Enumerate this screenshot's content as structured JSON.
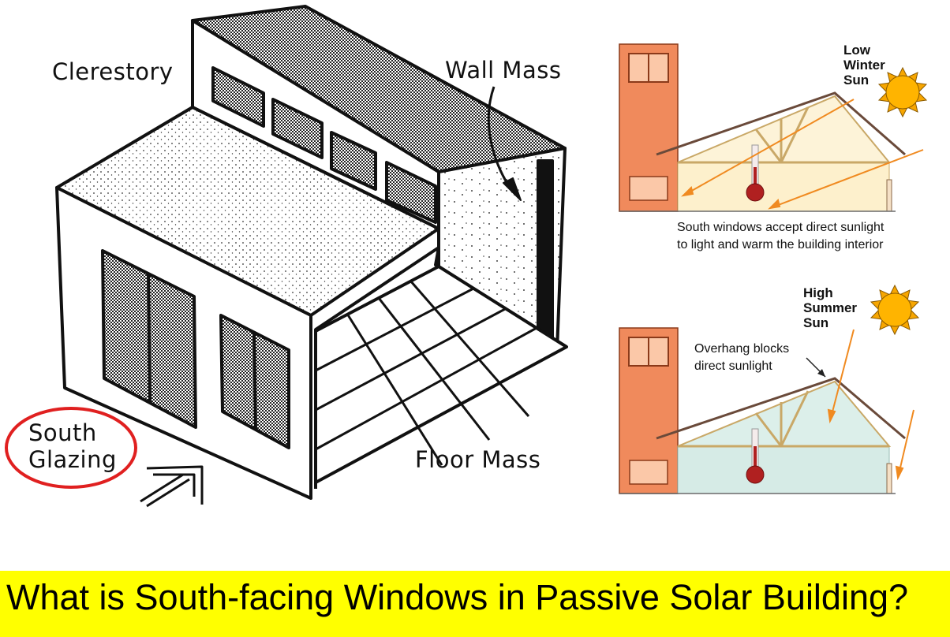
{
  "sketch": {
    "clerestory": "Clerestory",
    "wall_mass": "Wall Mass",
    "floor_mass": "Floor Mass",
    "south_glazing_line1": "South",
    "south_glazing_line2": "Glazing"
  },
  "winter_diagram": {
    "sun_line1": "Low",
    "sun_line2": "Winter",
    "sun_line3": "Sun",
    "caption_line1": "South windows accept direct sunlight",
    "caption_line2": "to light and warm the building interior"
  },
  "summer_diagram": {
    "sun_line1": "High",
    "sun_line2": "Summer",
    "sun_line3": "Sun",
    "overhang_line1": "Overhang blocks",
    "overhang_line2": "direct sunlight"
  },
  "footer": {
    "title": "What is South-facing Windows in Passive Solar Building?"
  },
  "colors": {
    "banner": "#ffff00",
    "chimney": "#f08a5c",
    "sun": "#f7a600",
    "arrow": "#f08a20",
    "glazing_circle": "#e02020",
    "winter_interior": "#fdf0cc",
    "summer_interior": "#d6ebe6"
  }
}
